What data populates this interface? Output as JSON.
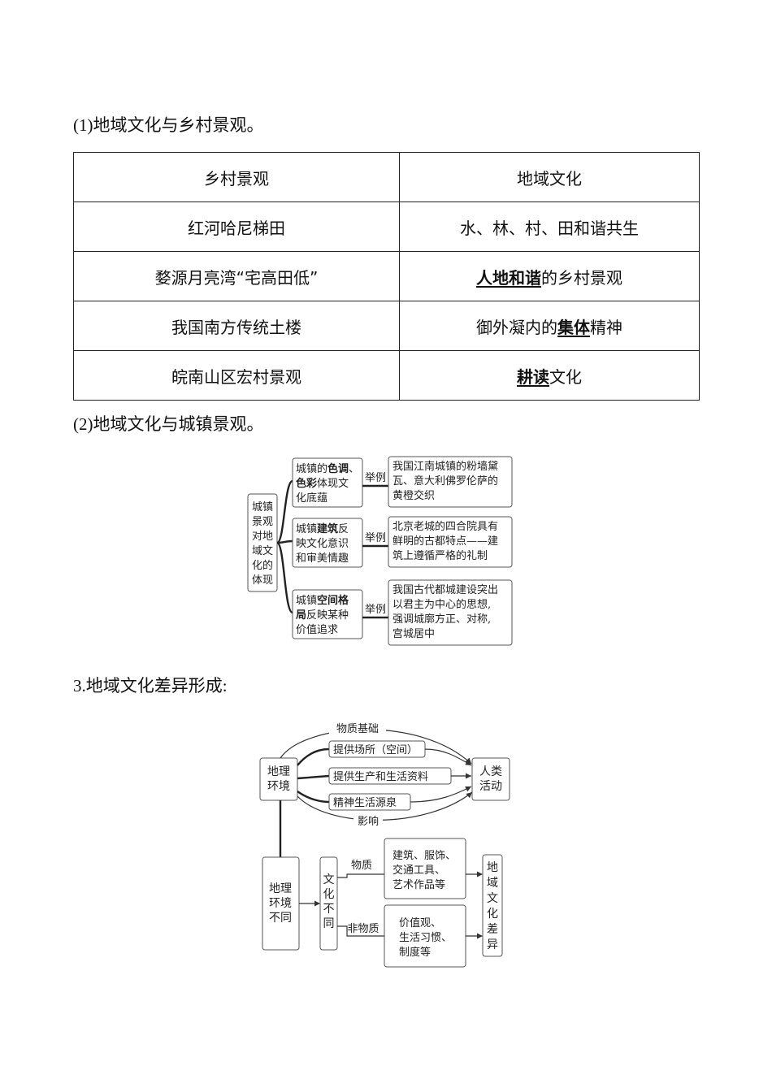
{
  "headings": {
    "rural": "(1)地域文化与乡村景观。",
    "urban": "(2)地域文化与城镇景观。",
    "formation": "3.地域文化差异形成:"
  },
  "table": {
    "headers": [
      "乡村景观",
      "地域文化"
    ],
    "rows": [
      {
        "landscape": "红河哈尼梯田",
        "culture_pre": "水、林、村、田和谐共生",
        "culture_emph": "",
        "culture_post": ""
      },
      {
        "landscape": "婺源月亮湾“宅高田低”",
        "culture_pre": "",
        "culture_emph": "人地和谐",
        "culture_post": "的乡村景观"
      },
      {
        "landscape": "我国南方传统土楼",
        "culture_pre": "御外凝内的",
        "culture_emph": "集体",
        "culture_post": "精神"
      },
      {
        "landscape": "皖南山区宏村景观",
        "culture_pre": "",
        "culture_emph": "耕读",
        "culture_post": "文化"
      }
    ]
  },
  "urban_diagram": {
    "root": [
      "城镇",
      "景观",
      "对地",
      "域文",
      "化的",
      "体现"
    ],
    "example_label": "举例",
    "branches": [
      {
        "lines": [
          [
            {
              "t": "城镇的"
            },
            {
              "t": "色调",
              "b": true
            },
            {
              "t": "、"
            }
          ],
          [
            {
              "t": "色彩",
              "b": true
            },
            {
              "t": "体现文"
            }
          ],
          [
            {
              "t": "化底蕴"
            }
          ]
        ],
        "example": [
          "我国江南城镇的粉墙黛",
          "瓦、意大利佛罗伦萨的",
          "黄橙交织"
        ]
      },
      {
        "lines": [
          [
            {
              "t": "城镇"
            },
            {
              "t": "建筑",
              "b": true
            },
            {
              "t": "反"
            }
          ],
          [
            {
              "t": "映文化意识"
            }
          ],
          [
            {
              "t": "和审美情趣"
            }
          ]
        ],
        "example": [
          "北京老城的四合院具有",
          "鲜明的古都特点——建",
          "筑上遵循严格的礼制"
        ]
      },
      {
        "lines": [
          [
            {
              "t": "城镇"
            },
            {
              "t": "空间格",
              "b": true
            }
          ],
          [
            {
              "t": "局",
              "b": true
            },
            {
              "t": "反映某种"
            }
          ],
          [
            {
              "t": "价值追求"
            }
          ]
        ],
        "example": [
          "我国古代都城建设突出",
          "以君主为中心的思想,",
          "强调城廓方正、对称,",
          "宫城居中"
        ]
      }
    ]
  },
  "formation_diagram": {
    "geo_env": [
      "地理",
      "环境"
    ],
    "human": [
      "人类",
      "活动"
    ],
    "links": [
      "物质基础",
      "提供场所（空间）",
      "提供生产和生活资料",
      "精神生活源泉",
      "影响"
    ],
    "geo_diff": [
      "地理",
      "环境",
      "不同"
    ],
    "culture_diff": [
      "文",
      "化",
      "不",
      "同"
    ],
    "material_label": "物质",
    "nonmaterial_label": "非物质",
    "material_items": [
      "建筑、服饰、",
      "交通工具、",
      "艺术作品等"
    ],
    "nonmaterial_items": [
      "价值观、",
      "生活习惯、",
      "制度等"
    ],
    "result": [
      "地",
      "域",
      "文",
      "化",
      "差",
      "异"
    ]
  }
}
